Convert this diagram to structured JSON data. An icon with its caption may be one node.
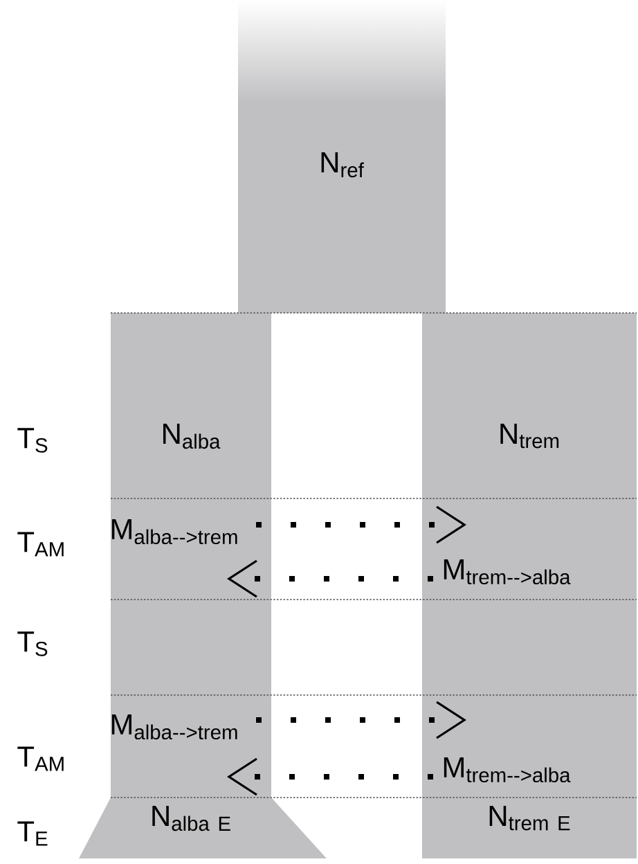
{
  "diagram": {
    "nodes": [
      {
        "text": [
          "N$_{ref}$"
        ]
      },
      {
        "text": [
          "N$_{alba}$"
        ]
      },
      {
        "text": [
          "N$_{trem}$"
        ]
      },
      {
        "text": [
          "\\mathrm{N}_{\\mathrm{alba\\ E}}"
        ]
      },
      {
        "text": [
          "\\mathrm{N}_{\\mathrm{trem\\ E}}"
        ]
      }
    ],
    "edges": [
      {
        "from": 1,
        "to": 2,
        "arrow": "to",
        "label": "M$_{alba-->trem}$"
      },
      {
        "from": 2,
        "to": 1,
        "arrow": "to",
        "label": "M$_{trem-->alba}$"
      },
      {
        "from": 1,
        "to": 2,
        "arrow": "to",
        "label": "M$_{alba-->trem}$"
      },
      {
        "from": 2,
        "to": 1,
        "arrow": "to",
        "label": "M$_{trem-->alba}$"
      }
    ],
    "labels": [
      "T$_{S}$",
      "T$_{AM}$",
      "T$_{S}$",
      "T$_{AM}$",
      "T$_{E}$"
    ]
  }
}
